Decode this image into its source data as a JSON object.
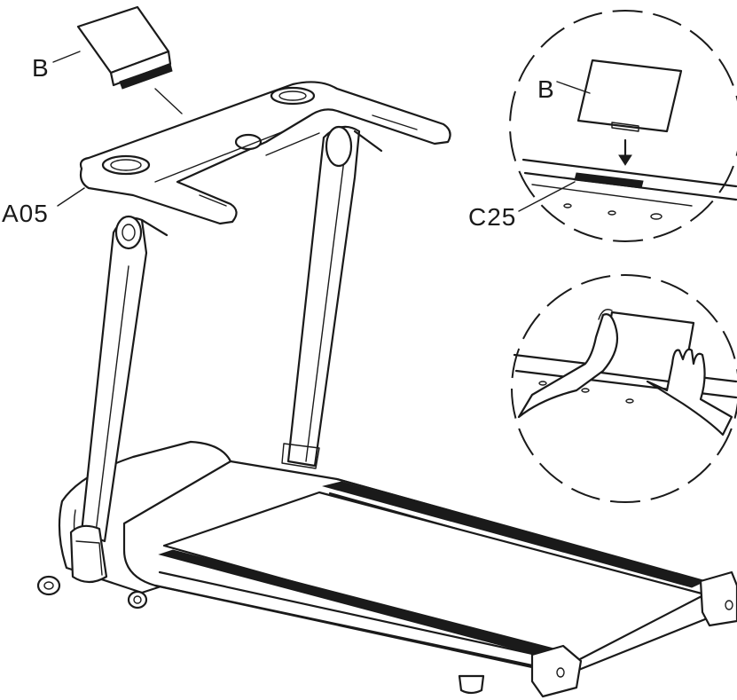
{
  "labels": {
    "tablet_holder": "B",
    "console": "A05",
    "detail_holder": "B",
    "detail_slot": "C25"
  },
  "colors": {
    "line": "#1a1a1a",
    "background": "#ffffff"
  }
}
